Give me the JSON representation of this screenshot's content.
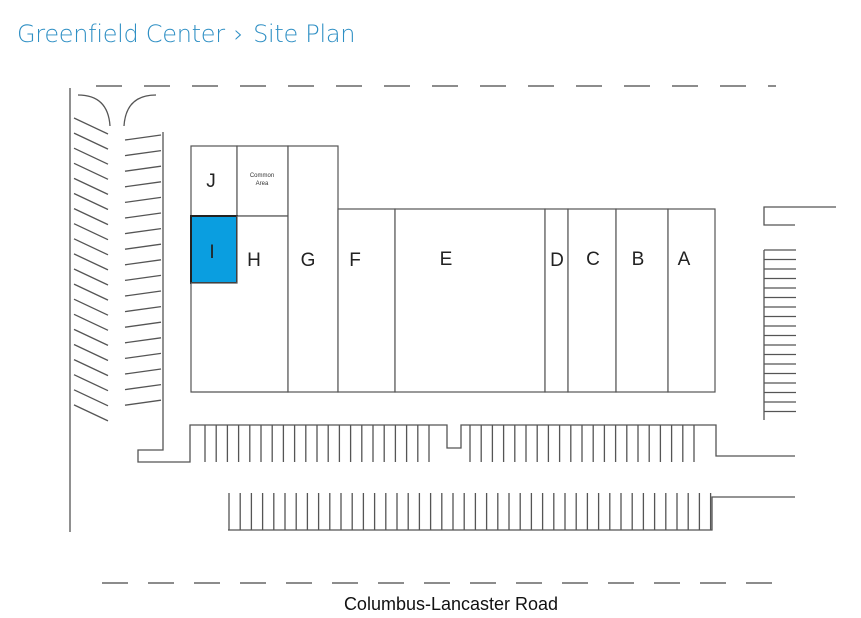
{
  "breadcrumb": {
    "parent": "Greenfield Center",
    "separator": "›",
    "current": "Site Plan"
  },
  "site_plan": {
    "road_label": "Columbus-Lancaster Road",
    "selected_unit": "I",
    "highlight_color": "#0a9ee0",
    "units": {
      "A": "A",
      "B": "B",
      "C": "C",
      "D": "D",
      "E": "E",
      "F": "F",
      "G": "G",
      "H": "H",
      "I": "I",
      "J": "J",
      "common_line1": "Common",
      "common_line2": "Area"
    }
  }
}
